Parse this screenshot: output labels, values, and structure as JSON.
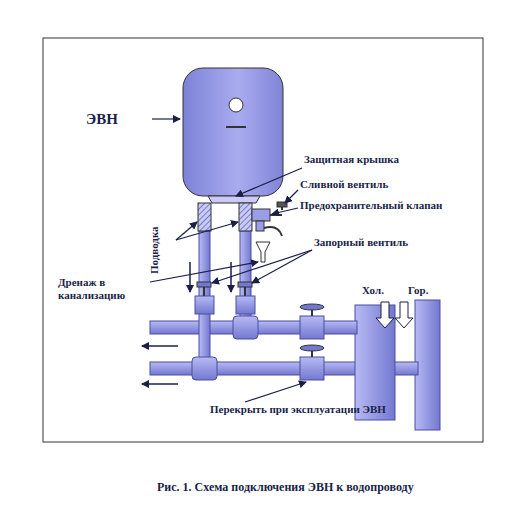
{
  "diagram": {
    "caption": "Рис. 1. Схема подключения ЭВН к водопроводу",
    "labels": [
      "ЭВН",
      "Защитная крышка",
      "Сливной вентиль",
      "Предохранительный клапан",
      "Подводка",
      "Запорный вентиль",
      "Дренаж в канализацию",
      "Хол.",
      "Гор.",
      "Перекрыть при эксплуатации ЭВН"
    ]
  }
}
